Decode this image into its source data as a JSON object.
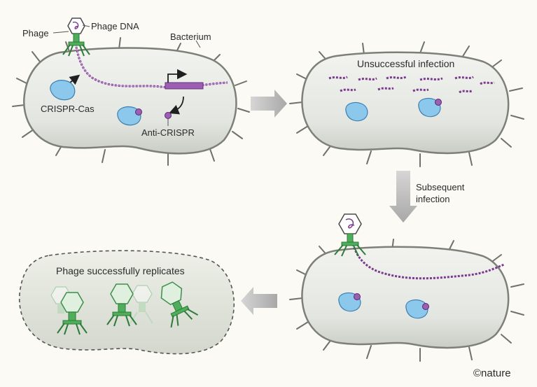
{
  "labels": {
    "phage": "Phage",
    "phage_dna": "Phage DNA",
    "bacterium": "Bacterium",
    "crispr_cas": "CRISPR-Cas",
    "anti_crispr": "Anti-CRISPR",
    "unsuccessful_infection": "Unsuccessful infection",
    "subsequent_infection_line1": "Subsequent",
    "subsequent_infection_line2": "infection",
    "phage_replicates": "Phage successfully replicates",
    "credit": "©nature"
  },
  "colors": {
    "background": "#fbfaf4",
    "cell_fill": "#e6e9e4",
    "cell_stroke": "#7d8078",
    "dna": "#7a3a8e",
    "cas_protein": "#8cc7ec",
    "anti_crispr_protein": "#9a5fb0",
    "phage_body": "#4fae5a",
    "phage_head": "#ffffff",
    "arrow": "#b9b9b9"
  },
  "icons": [
    "phage-icon",
    "crispr-cas-protein-icon",
    "anti-crispr-protein-icon",
    "gene-promoter-arrow-icon",
    "flow-arrow-icon"
  ]
}
